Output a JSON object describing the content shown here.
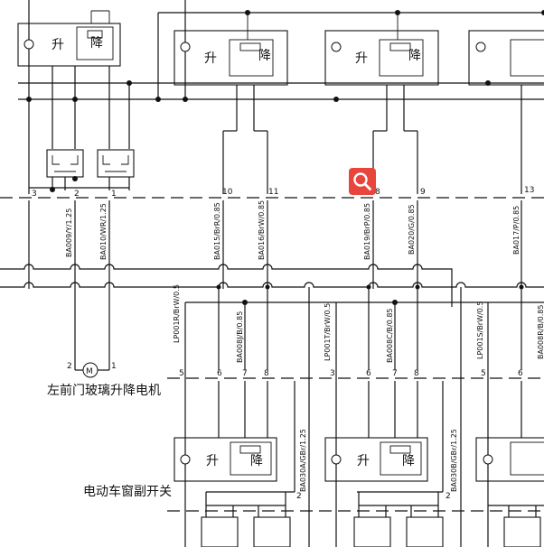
{
  "switch": {
    "up": "升",
    "down": "降"
  },
  "motor_label": "左前门玻璃升降电机",
  "switch_label": "电动车窗副开关",
  "connector_pins": [
    "3",
    "2",
    "1",
    "10",
    "11",
    "8",
    "9",
    "13"
  ],
  "motor_pins": [
    "2",
    "1"
  ],
  "harness_pins_row1": [
    "5",
    "6",
    "7",
    "8",
    "3",
    "6",
    "7",
    "8",
    "5",
    "6"
  ],
  "side_pin": "2",
  "wire_codes_top": [
    "BA009/Y/1.25",
    "BA010/WR/1.25",
    "BA015/BrR/0.85",
    "BA016/BrW/0.85",
    "BA019/BrP/0.85",
    "BA020/G/0.85",
    "BA017/P/0.85"
  ],
  "wire_codes_mid": [
    "LP001R/BrW/0.5",
    "BA008J/B/0.85",
    "LP001T/BrW/0.5",
    "BA008C/B/0.85",
    "LP001S/BrW/0.5",
    "BA008R/B/0.85"
  ],
  "wire_codes_low": [
    "BA030A/GBr/1.25",
    "BA030B/GBr/1.25"
  ],
  "colors": {
    "accent": "#e8453c",
    "line": "#111111",
    "background": "#ffffff"
  },
  "icons": {
    "search": "search-icon"
  }
}
